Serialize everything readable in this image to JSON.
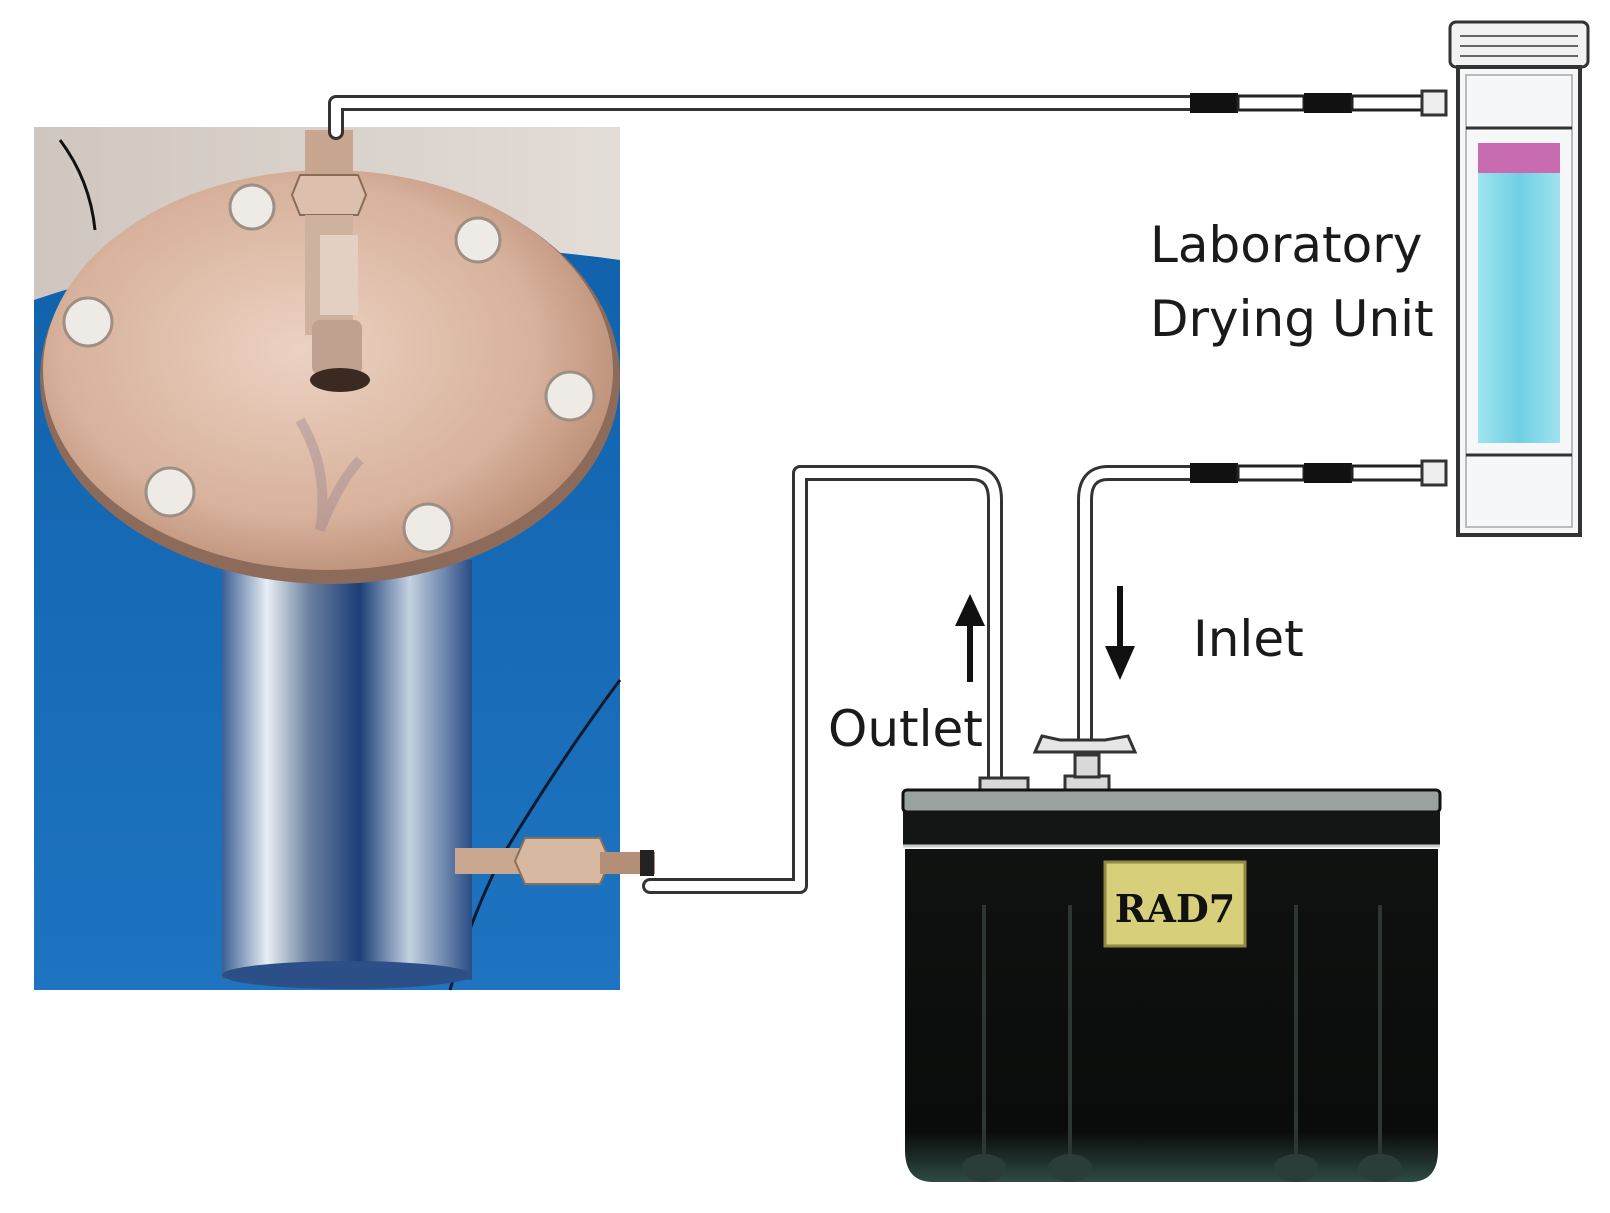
{
  "labels": {
    "drying_unit_line1": "Laboratory",
    "drying_unit_line2": "Drying Unit",
    "inlet": "Inlet",
    "outlet": "Outlet",
    "monitor": "RAD7"
  },
  "colors": {
    "background": "#ffffff",
    "photo_backdrop": "#1d6fb8",
    "steel": "#b8c4cf",
    "lid": "#d9b9a4",
    "monitor_body": "#0d0f0e",
    "monitor_tag": "#d8cf7a",
    "desiccant_top": "#c86bb0",
    "desiccant": "#7fd6e6",
    "tubing": "#333333"
  },
  "icons": {
    "up_arrow": "arrow-up-icon",
    "down_arrow": "arrow-down-icon"
  }
}
